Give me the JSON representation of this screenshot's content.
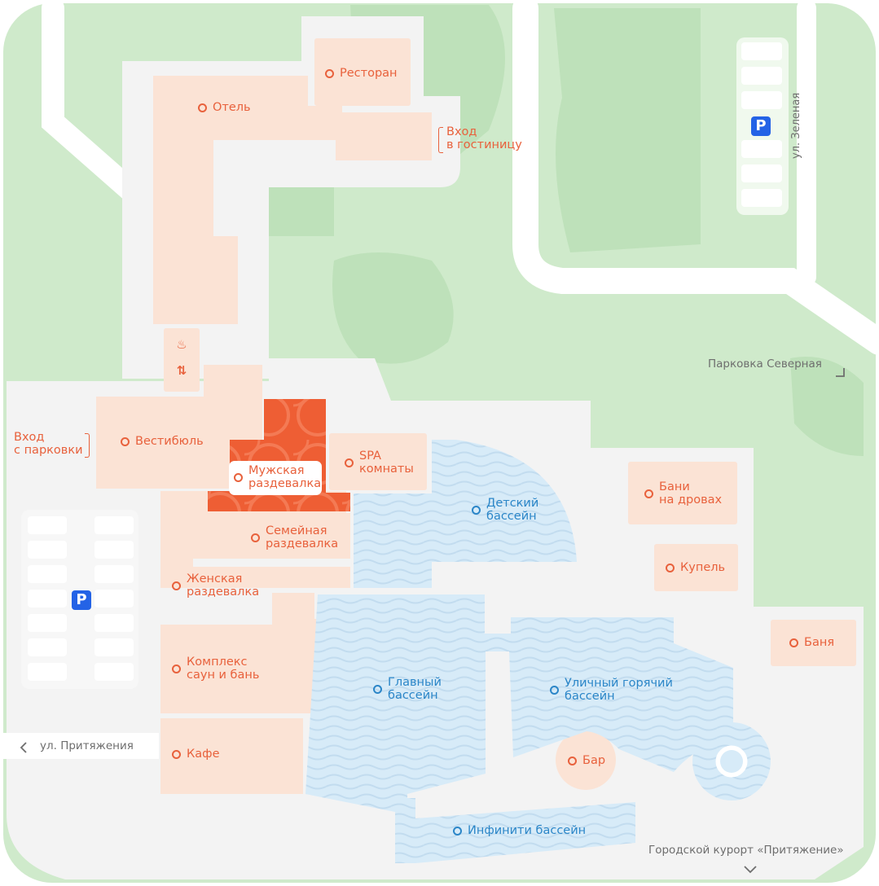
{
  "map": {
    "places": {
      "restaurant": "Ресторан",
      "hotel": "Отель",
      "lobby": "Вестибюль",
      "mens_locker": "Мужская\nраздевалка",
      "spa_rooms": "SPA\nкомнаты",
      "family_locker": "Семейная\nраздевалка",
      "womens_locker": "Женская\nраздевалка",
      "sauna_complex": "Комплекс\nсаун и бань",
      "cafe": "Кафе",
      "bar": "Бар",
      "wood_bath": "Бани\nна дровах",
      "font": "Купель",
      "bath": "Баня"
    },
    "pools": {
      "kids": "Детский\nбассейн",
      "main": "Главный\nбассейн",
      "outdoor_hot": "Уличный горячий\nбассейн",
      "infinity": "Инфинити бассейн"
    },
    "entrances": {
      "hotel": "Вход\nв гостиницу",
      "parking": "Вход\nс парковки"
    },
    "streets": {
      "zelenaya": "ул. Зеленая",
      "prityazheniya": "ул. Притяжения"
    },
    "labels": {
      "north_parking": "Парковка Северная",
      "resort": "Городской курорт «Притяжение»"
    },
    "parking_symbol": "P",
    "colors": {
      "accent": "#e8613c",
      "building": "#fbe3d5",
      "water": "#d6eaf7",
      "water_label": "#2b86c8",
      "grass": "#cfeacb",
      "parking": "#2463e6"
    }
  }
}
